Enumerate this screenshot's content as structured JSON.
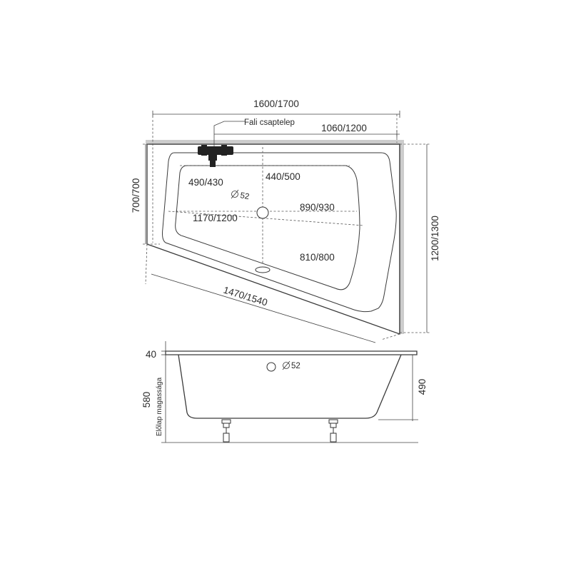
{
  "top_view": {
    "overall_width": "1600/1700",
    "faucet_label": "Fali csaptelep",
    "inner_width": "1060/1200",
    "left_height": "700/700",
    "right_height": "1200/1300",
    "dim_490": "490/430",
    "dim_440": "440/500",
    "drain_diameter": "52",
    "dim_1170": "1170/1200",
    "dim_890": "890/930",
    "dim_810": "810/800",
    "front_length": "1470/1540"
  },
  "side_view": {
    "rim_thickness": "40",
    "drain_diameter": "52",
    "total_height": "580",
    "front_panel_label": "Előlap magassága",
    "tub_depth": "490"
  },
  "colors": {
    "wall": "#cccccc",
    "line": "#3a3a3a",
    "fixture": "#222222"
  }
}
